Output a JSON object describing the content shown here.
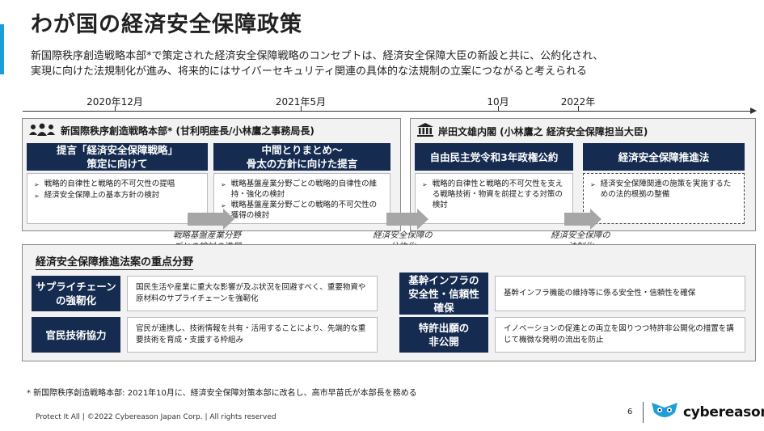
{
  "title": "わが国の経済安全保障政策",
  "intro": {
    "line1": "新国際秩序創造戦略本部*で策定された経済安全保障戦略のコンセプトは、経済安全保障大臣の新設と共に、公約化され、",
    "line2": "実現に向けた法規制化が進み、将来的にはサイバーセキュリティ関連の具体的な法規制の立案につながると考えられる"
  },
  "timeline": {
    "labels": [
      "2020年12月",
      "2021年5月",
      "10月",
      "2022年"
    ]
  },
  "left_panel": {
    "header": "新国際秩序創造戦略本部* (甘利明座長/小林鷹之事務局長)",
    "icon": "people-icon",
    "box1": {
      "title_line1": "提言「経済安全保障戦略」",
      "title_line2": "策定に向けて",
      "bullets": [
        "戦略的自律性と戦略的不可欠性の提唱",
        "経済安全保障上の基本方針の検討"
      ]
    },
    "box2": {
      "title_line1": "中間とりまとめ～",
      "title_line2": "骨太の方針に向けた提言",
      "bullets": [
        "戦略基盤産業分野ごとの戦略的自律性の維持・強化の検討",
        "戦略基盤産業分野ごとの戦略的不可欠性の獲得の検討"
      ]
    }
  },
  "right_panel": {
    "header": "岸田文雄内閣 (小林鷹之 経済安全保障担当大臣)",
    "icon": "government-building-icon",
    "box1": {
      "title": "自由民主党令和3年政権公約",
      "bullets": [
        "戦略的自律性と戦略的不可欠性を支える戦略技術・物資を前提とする対策の検討"
      ]
    },
    "box2": {
      "title": "経済安全保障推進法",
      "bullets": [
        "経済安全保障関連の施策を実施するための法的根拠の整備"
      ]
    }
  },
  "arrows": [
    {
      "line1": "戦略基盤産業分野",
      "line2": "ごとの検討の進展"
    },
    {
      "line1": "経済安全保障の",
      "line2": "公約化"
    },
    {
      "line1": "経済安全保障の",
      "line2": "法制化"
    }
  ],
  "bottom": {
    "title": "経済安全保障推進法案の重点分野",
    "items": [
      {
        "label_lines": [
          "サプライチェーン",
          "の強靭化"
        ],
        "desc": "国民生活や産業に重大な影響が及ぶ状況を回避すべく、重要物資や原材料のサプライチェーンを強靭化"
      },
      {
        "label_lines": [
          "官民技術協力"
        ],
        "desc": "官民が連携し、技術情報を共有・活用することにより、先端的な重要技術を育成・支援する枠組み"
      },
      {
        "label_lines": [
          "基幹インフラの",
          "安全性・信頼性",
          "確保"
        ],
        "desc": "基幹インフラ機能の維持等に係る安全性・信頼性を確保"
      },
      {
        "label_lines": [
          "特許出願の",
          "非公開"
        ],
        "desc": "イノベーションの促進との両立を図りつつ特許非公開化の措置を講じて機微な発明の流出を防止"
      }
    ]
  },
  "footnote": "* 新国際秩序創造戦略本部: 2021年10月に、経済安全保障対策本部に改名し、高市早苗氏が本部長を務める",
  "footer": {
    "copyright": "Protect It All | ©2022 Cybereason Japan Corp. | All rights reserved",
    "page_number": "6",
    "logo_text": "cybereason",
    "logo_icon": "cybereason-owl-icon",
    "logo_color": "#1ea0d7"
  }
}
